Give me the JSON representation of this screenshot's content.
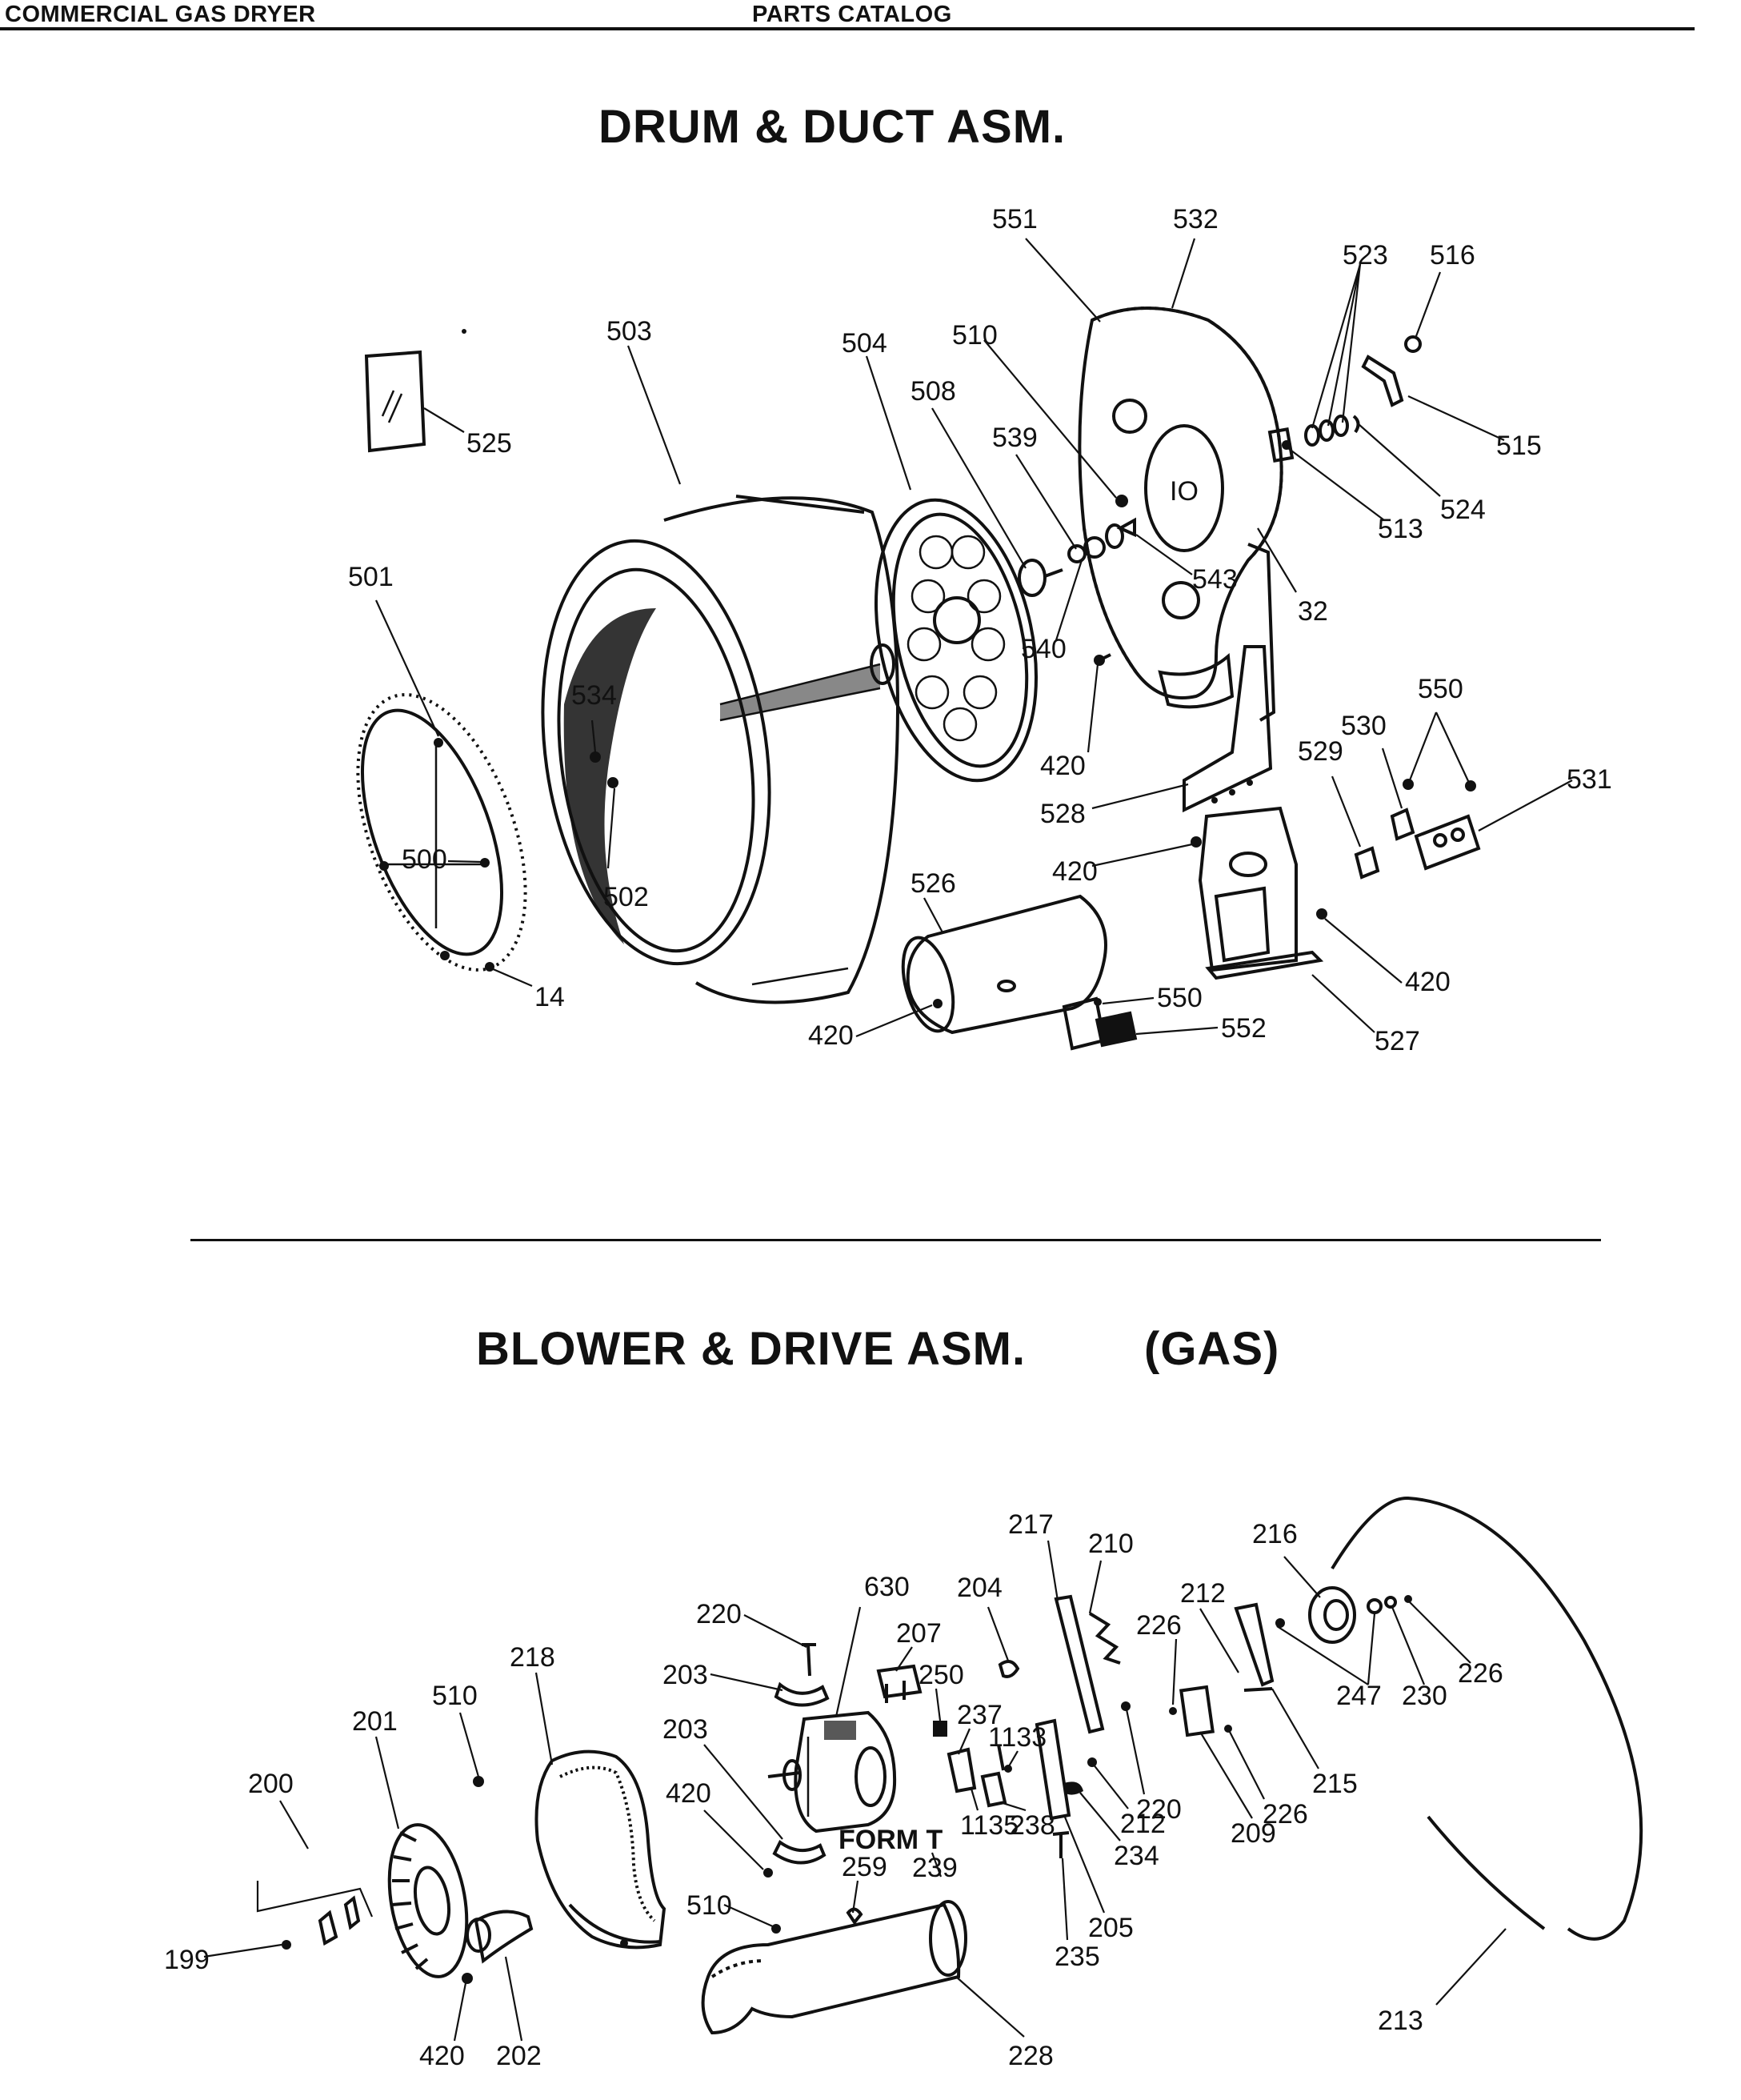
{
  "header": {
    "left": "COMMERCIAL GAS DRYER",
    "center": "PARTS CATALOG"
  },
  "sections": {
    "drum": {
      "title": "DRUM & DUCT   ASM."
    },
    "blower": {
      "title": "BLOWER & DRIVE ASM.",
      "subtitle": "(GAS)"
    }
  },
  "drum_labels": {
    "p525": "525",
    "p503": "503",
    "p504": "504",
    "p508": "508",
    "p510": "510",
    "p539": "539",
    "p551": "551",
    "p532": "532",
    "p523": "523",
    "p516": "516",
    "p515": "515",
    "p524": "524",
    "p513": "513",
    "p543": "543",
    "p32": "32",
    "p540": "540",
    "p501": "501",
    "p534": "534",
    "p500": "500",
    "p502": "502",
    "p14": "14",
    "p420a": "420",
    "p528": "528",
    "p420b": "420",
    "p550a": "550",
    "p530": "530",
    "p529": "529",
    "p531": "531",
    "p526": "526",
    "p420c": "420",
    "p420d": "420",
    "p550b": "550",
    "p552": "552",
    "p527": "527"
  },
  "blower_labels": {
    "p217": "217",
    "p210": "210",
    "p216": "216",
    "p630": "630",
    "p204": "204",
    "p220a": "220",
    "p207": "207",
    "p212a": "212",
    "p226a": "226",
    "p203a": "203",
    "p250": "250",
    "p218": "218",
    "p510a": "510",
    "p237": "237",
    "p1133": "1133",
    "p247": "247",
    "p230": "230",
    "p226b": "226",
    "p201": "201",
    "p203b": "203",
    "p200": "200",
    "p420a": "420",
    "p220b": "220",
    "p215": "215",
    "p226c": "226",
    "p212b": "212",
    "p209": "209",
    "p259": "259",
    "p239": "239",
    "p1135": "1135",
    "p238": "238",
    "p234": "234",
    "p510b": "510",
    "p199": "199",
    "p205": "205",
    "p235": "235",
    "p213": "213",
    "p420b": "420",
    "p202": "202",
    "p228": "228"
  },
  "annotations": {
    "form": "FORM T"
  }
}
